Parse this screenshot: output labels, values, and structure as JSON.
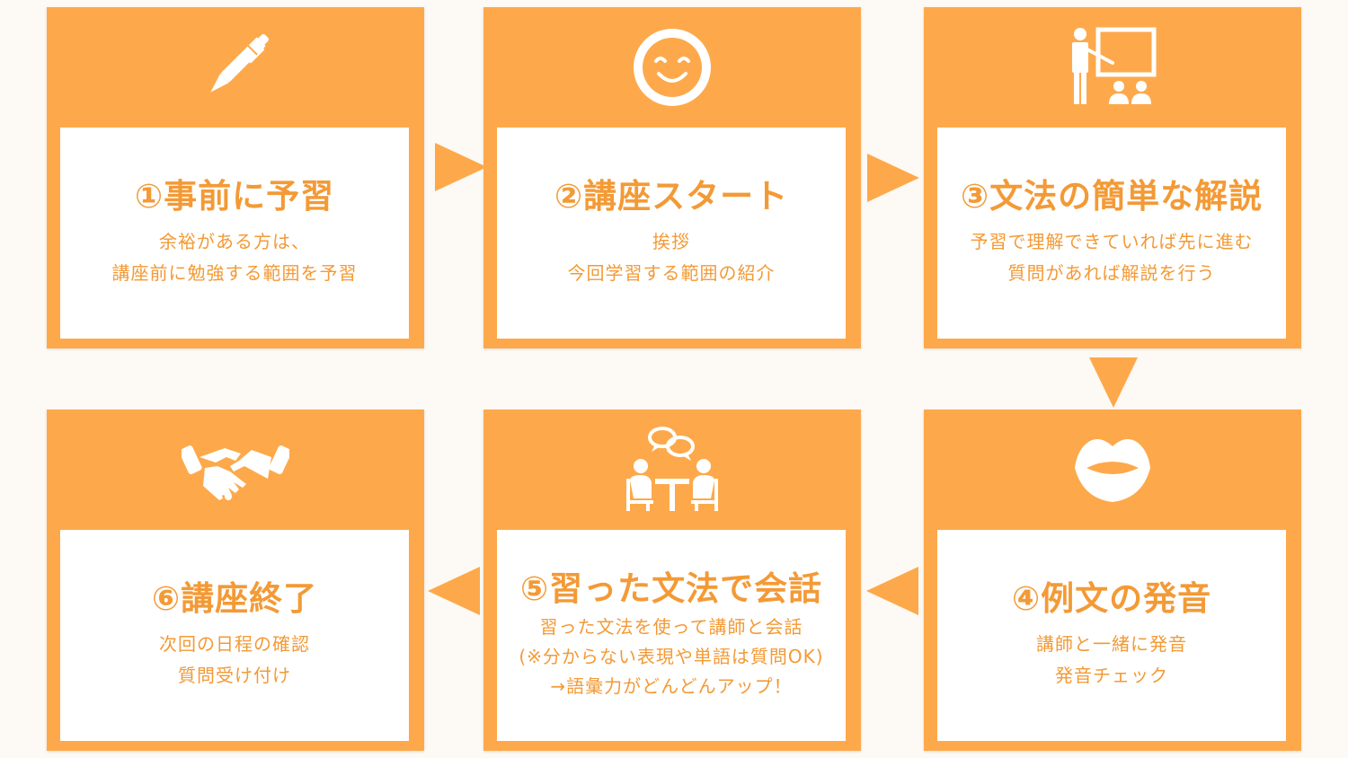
{
  "steps": [
    {
      "title": "①事前に予習",
      "lines": [
        "余裕がある方は、",
        "講座前に勉強する範囲を予習"
      ],
      "icon": "pen-icon"
    },
    {
      "title": "②講座スタート",
      "lines": [
        "挨拶",
        "今回学習する範囲の紹介"
      ],
      "icon": "smile-face-icon"
    },
    {
      "title": "③文法の簡単な解説",
      "lines": [
        "予習で理解できていれば先に進む",
        "質問があれば解説を行う"
      ],
      "icon": "teacher-board-icon"
    },
    {
      "title": "④例文の発音",
      "lines": [
        "講師と一緒に発音",
        "発音チェック"
      ],
      "icon": "lips-icon"
    },
    {
      "title": "⑤習った文法で会話",
      "lines": [
        "習った文法を使って講師と会話",
        "(※分からない表現や単語は質問OK)",
        "→語彙力がどんどんアップ！"
      ],
      "icon": "conversation-icon"
    },
    {
      "title": "⑥講座終了",
      "lines": [
        "次回の日程の確認",
        "質問受け付け"
      ],
      "icon": "handshake-icon"
    }
  ],
  "colors": {
    "accent": "#fda94b",
    "text": "#f39a36",
    "panel": "#ffffff",
    "background": "#fdf9f4"
  }
}
